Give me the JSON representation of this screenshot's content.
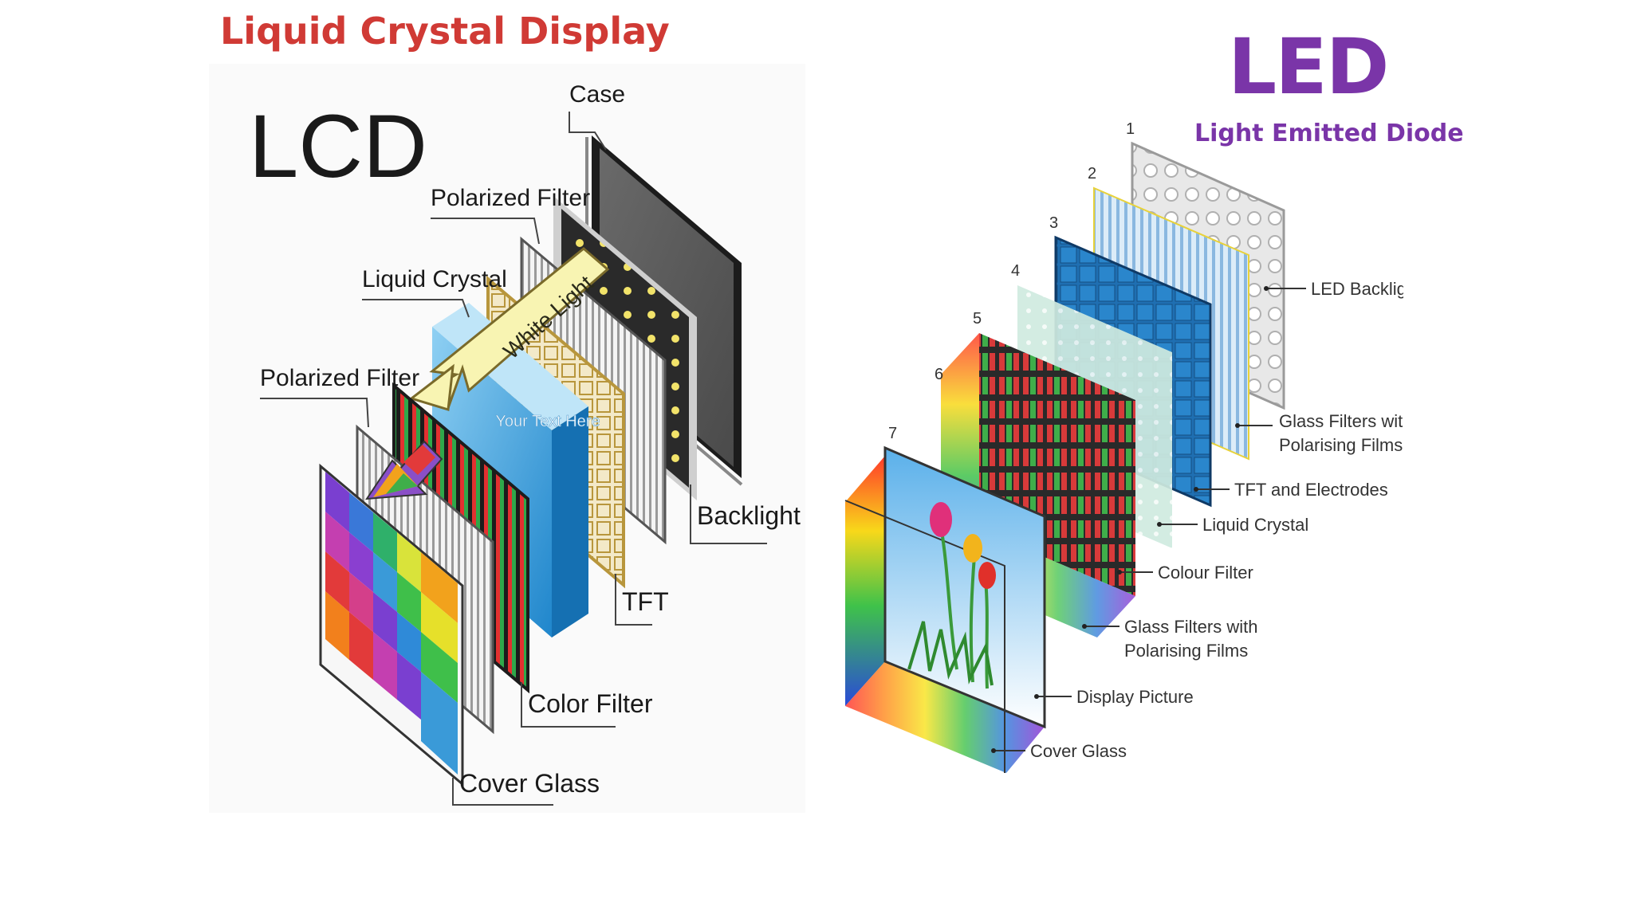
{
  "slide": {
    "lcd_title": "Liquid Crystal Display",
    "led_title": "LED",
    "led_subtitle": "Light Emitted Diode"
  },
  "lcd_diagram": {
    "heading": "LCD",
    "arrow_label": "White Light",
    "overlay_text": "Your Text Here",
    "labels": {
      "case": "Case",
      "polarized_filter_top": "Polarized Filter",
      "liquid_crystal": "Liquid Crystal",
      "polarized_filter_front": "Polarized Filter",
      "backlight": "Backlight",
      "tft": "TFT",
      "color_filter": "Color Filter",
      "cover_glass": "Cover Glass"
    }
  },
  "led_diagram": {
    "layer_numbers": [
      "1",
      "2",
      "3",
      "4",
      "5",
      "6",
      "7"
    ],
    "labels": {
      "led_backlight": "LED Backlight",
      "glass_filters_back_line1": "Glass Filters with",
      "glass_filters_back_line2": "Polarising Films",
      "tft_electrodes": "TFT and Electrodes",
      "liquid_crystal": "Liquid Crystal",
      "colour_filter": "Colour Filter",
      "glass_filters_front_line1": "Glass Filters with",
      "glass_filters_front_line2": "Polarising Films",
      "display_picture": "Display Picture",
      "cover_glass": "Cover Glass"
    }
  }
}
